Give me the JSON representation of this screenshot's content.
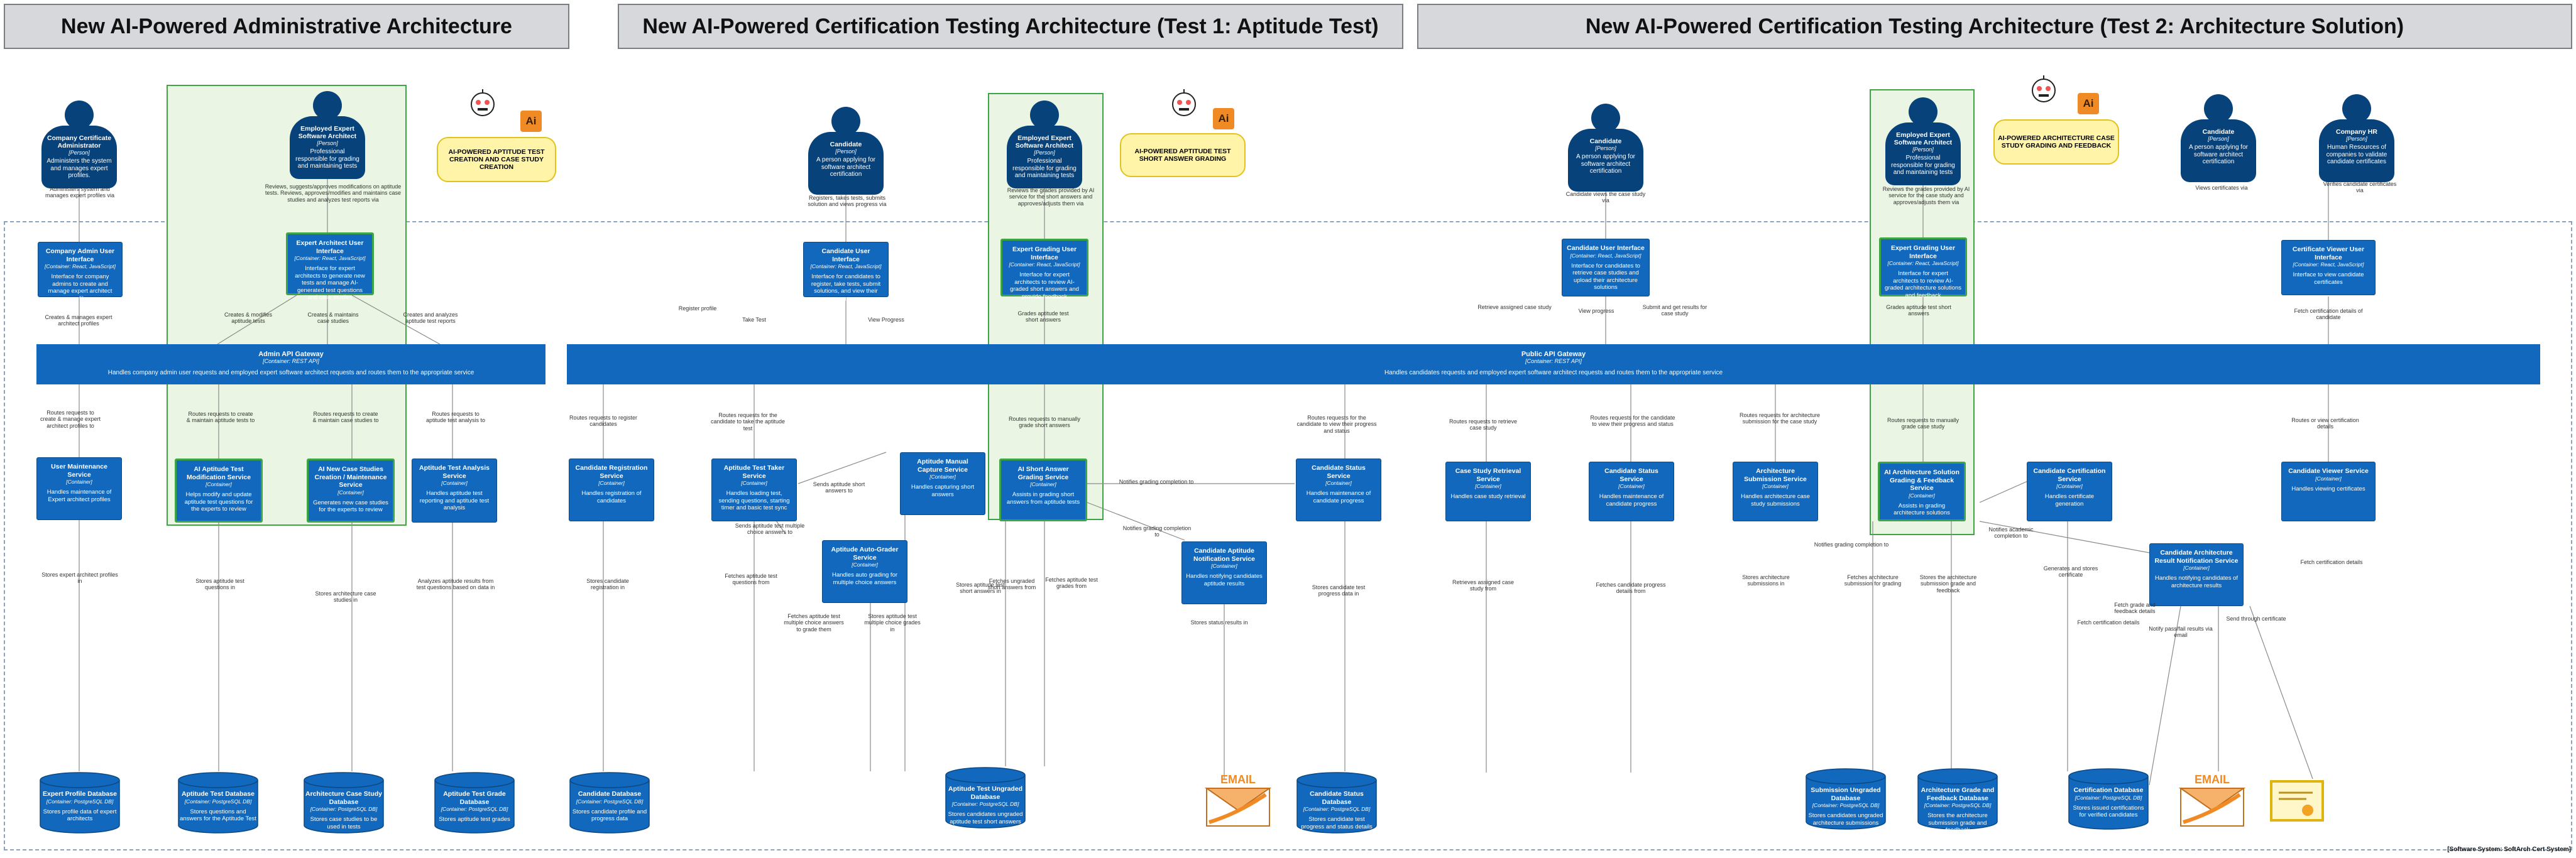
{
  "titles": {
    "admin": "New AI-Powered Administrative Architecture",
    "test1": "New AI-Powered Certification Testing Architecture (Test 1: Aptitude Test)",
    "test2": "New AI-Powered Certification Testing Architecture (Test 2: Architecture Solution)"
  },
  "persons": [
    {
      "name": "Company Certificate Administrator",
      "type": "[Person]",
      "desc": "Administers the system and manages expert profiles."
    },
    {
      "name": "Employed Expert Software Architect",
      "type": "[Person]",
      "desc": "Professional responsible for grading and maintaining tests"
    },
    {
      "name": "Candidate",
      "type": "[Person]",
      "desc": "A person applying for software architect certification"
    },
    {
      "name": "Employed Expert Software Architect",
      "type": "[Person]",
      "desc": "Professional responsible for grading and maintaining tests"
    },
    {
      "name": "Candidate",
      "type": "[Person]",
      "desc": "A person applying for software architect certification"
    },
    {
      "name": "Employed Expert Software Architect",
      "type": "[Person]",
      "desc": "Professional responsible for grading and maintaining tests"
    },
    {
      "name": "Candidate",
      "type": "[Person]",
      "desc": "A person applying for software architect certification"
    },
    {
      "name": "Company HR",
      "type": "[Person]",
      "desc": "Human Resources of companies to validate candidate certificates"
    }
  ],
  "bubbles": {
    "b1": "AI-POWERED APTITUDE TEST CREATION AND CASE STUDY CREATION",
    "b2": "AI-POWERED APTITUDE TEST SHORT ANSWER GRADING",
    "b3": "AI-POWERED ARCHITECTURE CASE STUDY GRADING AND FEEDBACK",
    "ai": "Ai"
  },
  "uis": [
    {
      "name": "Company Admin User Interface",
      "type": "[Container: React, JavaScript]",
      "desc": "Interface for company admins to create and manage expert architect profiles"
    },
    {
      "name": "Expert Architect User Interface",
      "type": "[Container: React, JavaScript]",
      "desc": "Interface for expert architects to generate new tests and manage AI-generated test questions and case studies"
    },
    {
      "name": "Candidate User Interface",
      "type": "[Container: React, JavaScript]",
      "desc": "Interface for candidates to register, take tests, submit solutions, and view their progress"
    },
    {
      "name": "Expert Grading User Interface",
      "type": "[Container: React, JavaScript]",
      "desc": "Interface for expert architects to review AI-graded short answers and provide feedback"
    },
    {
      "name": "Candidate User Interface",
      "type": "[Container: React, JavaScript]",
      "desc": "Interface for candidates to retrieve case studies and upload their architecture solutions"
    },
    {
      "name": "Expert Grading User Interface",
      "type": "[Container: React, JavaScript]",
      "desc": "Interface for expert architects to review AI-graded architecture solutions and feedback"
    },
    {
      "name": "Certificate Viewer User Interface",
      "type": "[Container: React, JavaScript]",
      "desc": "Interface to view candidate certificates"
    }
  ],
  "gateways": [
    {
      "name": "Admin API Gateway",
      "type": "[Container: REST API]",
      "desc": "Handles company admin user requests and employed expert software architect requests and routes them to the appropriate service"
    },
    {
      "name": "Public API Gateway",
      "type": "[Container: REST API]",
      "desc": "Handles candidates requests and employed expert software architect requests and routes them to the appropriate service"
    }
  ],
  "services": [
    {
      "name": "User Maintenance Service",
      "type": "[Container]",
      "desc": "Handles maintenance of Expert architect profiles"
    },
    {
      "name": "AI Aptitude Test Modification Service",
      "type": "[Container]",
      "desc": "Helps modify and update aptitude test questions for the experts to review"
    },
    {
      "name": "AI New Case Studies Creation / Maintenance Service",
      "type": "[Container]",
      "desc": "Generates new case studies for the experts to review"
    },
    {
      "name": "Aptitude Test Analysis Service",
      "type": "[Container]",
      "desc": "Handles aptitude test reporting and aptitude test analysis"
    },
    {
      "name": "Candidate Registration Service",
      "type": "[Container]",
      "desc": "Handles registration of candidates"
    },
    {
      "name": "Aptitude Test Taker Service",
      "type": "[Container]",
      "desc": "Handles loading test, sending questions, starting timer and basic test sync"
    },
    {
      "name": "Aptitude Manual Capture Service",
      "type": "[Container]",
      "desc": "Handles capturing short answers"
    },
    {
      "name": "Aptitude Auto-Grader Service",
      "type": "[Container]",
      "desc": "Handles auto grading for multiple choice answers"
    },
    {
      "name": "AI Short Answer Grading Service",
      "type": "[Container]",
      "desc": "Assists in grading short answers from aptitude tests"
    },
    {
      "name": "Candidate Aptitude Notification Service",
      "type": "[Container]",
      "desc": "Handles notifying candidates aptitude results"
    },
    {
      "name": "Candidate Status Service",
      "type": "[Container]",
      "desc": "Handles maintenance of candidate progress"
    },
    {
      "name": "Case Study Retrieval Service",
      "type": "[Container]",
      "desc": "Handles case study retrieval"
    },
    {
      "name": "Candidate Status Service",
      "type": "[Container]",
      "desc": "Handles maintenance of candidate progress"
    },
    {
      "name": "Architecture Submission Service",
      "type": "[Container]",
      "desc": "Handles architecture case study submissions"
    },
    {
      "name": "AI Architecture Solution Grading & Feedback Service",
      "type": "[Container]",
      "desc": "Assists in grading architecture solutions"
    },
    {
      "name": "Candidate Certification Service",
      "type": "[Container]",
      "desc": "Handles certificate generation"
    },
    {
      "name": "Candidate Architecture Result Notification Service",
      "type": "[Container]",
      "desc": "Handles notifying candidates of architecture results"
    },
    {
      "name": "Candidate Viewer Service",
      "type": "[Container]",
      "desc": "Handles viewing certificates"
    }
  ],
  "databases": [
    {
      "name": "Expert Profile Database",
      "type": "[Container: PostgreSQL DB]",
      "desc": "Stores profile data of expert architects"
    },
    {
      "name": "Aptitude Test Database",
      "type": "[Container: PostgreSQL DB]",
      "desc": "Stores questions and answers for the Aptitude Test"
    },
    {
      "name": "Architecture Case Study Database",
      "type": "[Container: PostgreSQL DB]",
      "desc": "Stores case studies to be used in tests"
    },
    {
      "name": "Aptitude Test Grade Database",
      "type": "[Container: PostgreSQL DB]",
      "desc": "Stores aptitude test grades"
    },
    {
      "name": "Candidate Database",
      "type": "[Container: PostgreSQL DB]",
      "desc": "Stores candidate profile and progress data"
    },
    {
      "name": "Aptitude Test Ungraded Database",
      "type": "[Container: PostgreSQL DB]",
      "desc": "Stores candidates ungraded aptitude test short answers"
    },
    {
      "name": "Candidate Status Database",
      "type": "[Container: PostgreSQL DB]",
      "desc": "Stores candidate test progress and status details"
    },
    {
      "name": "Submission Ungraded Database",
      "type": "[Container: PostgreSQL DB]",
      "desc": "Stores candidates ungraded architecture submissions"
    },
    {
      "name": "Architecture Grade and Feedback Database",
      "type": "[Container: PostgreSQL DB]",
      "desc": "Stores the architecture submission grade and feedback"
    },
    {
      "name": "Certification Database",
      "type": "[Container: PostgreSQL DB]",
      "desc": "Stores issued certifications for verified candidates"
    }
  ],
  "labels": {
    "l1": "Administers system and manages expert profiles via",
    "l2": "Reviews, suggests/approves modifications on aptitude tests. Reviews, approves/modifies and maintains case studies and analyzes test reports via",
    "l3": "Creates & manages expert architect profiles",
    "l4": "Creates & modifies aptitude tests",
    "l5": "Creates & maintains case studies",
    "l6": "Creates and analyzes aptitude test reports",
    "l7": "Routes requests to create & manage expert architect profiles to",
    "l8": "Routes requests to create & maintain aptitude tests to",
    "l9": "Routes requests to create & maintain case studies to",
    "l10": "Routes requests to aptitude test analysis to",
    "l11": "Stores expert architect profiles in",
    "l12": "Stores aptitude test questions in",
    "l13": "Stores architecture case studies in",
    "l14": "Analyzes aptitude results from test questions based on data in",
    "l15": "Registers, takes tests, submits solution and views progress via",
    "l16": "Reviews the grades provided by AI service for the short answers and approves/adjusts them via",
    "l17": "Register profile",
    "l18": "Take Test",
    "l19": "View Progress",
    "l20": "Grades aptitude test short answers",
    "l21": "Routes requests to register candidates",
    "l22": "Routes requests for the candidate to take the aptitude test",
    "l23": "Routes requests to manually grade short answers",
    "l24": "Routes requests for the candidate to view their progress and status",
    "l25": "Stores candidate registration in",
    "l26": "Fetches aptitude test questions from",
    "l27": "Sends aptitude short answers to",
    "l28": "Sends aptitude test multiple choice answers to",
    "l29": "Stores aptitude test short answers in",
    "l30": "Fetches ungraded short answers from",
    "l31": "Notifies grading completion to",
    "l32": "Fetches aptitude test multiple choice answers to grade them",
    "l33": "Stores aptitude test multiple choice grades in",
    "l34": "Fetches aptitude test grades from",
    "l35": "Notifies grading completion to",
    "l36": "Stores candidate test progress data in",
    "l37": "Stores status results in",
    "l38": "Candidate views the case study via",
    "l39": "Reviews the grades provided by AI service for the case study and approves/adjusts them via",
    "l40": "Views certificates via",
    "l41": "Verifies candidate certificates via",
    "l42": "Retrieve assigned case study",
    "l43": "View progress",
    "l44": "Submit and get results for case study",
    "l45": "Grades aptitude test short answers",
    "l46": "Fetch certification details of candidate",
    "l47": "Routes requests to retrieve case study",
    "l48": "Routes requests for the candidate to view their progress and status",
    "l49": "Routes requests for architecture submission for the case study",
    "l50": "Routes requests to manually grade case study",
    "l51": "Routes or view certification details",
    "l52": "Retrieves assigned case study from",
    "l53": "Fetches candidate progress details from",
    "l54": "Stores architecture submissions in",
    "l55": "Fetches architecture submission for grading",
    "l56": "Stores the architecture submission grade and feedback",
    "l57": "Notifies grading completion to",
    "l58": "Notifies academic completion to",
    "l59": "Generates and stores certificate",
    "l60": "Fetch grade and feedback details",
    "l61": "Fetch certification details",
    "l62": "Notify pass/fail results via email",
    "l63": "Send through certificate",
    "l64": "Fetch certification details"
  },
  "email_label": "EMAIL",
  "footer": "[Software System: SoftArch Cert System]"
}
